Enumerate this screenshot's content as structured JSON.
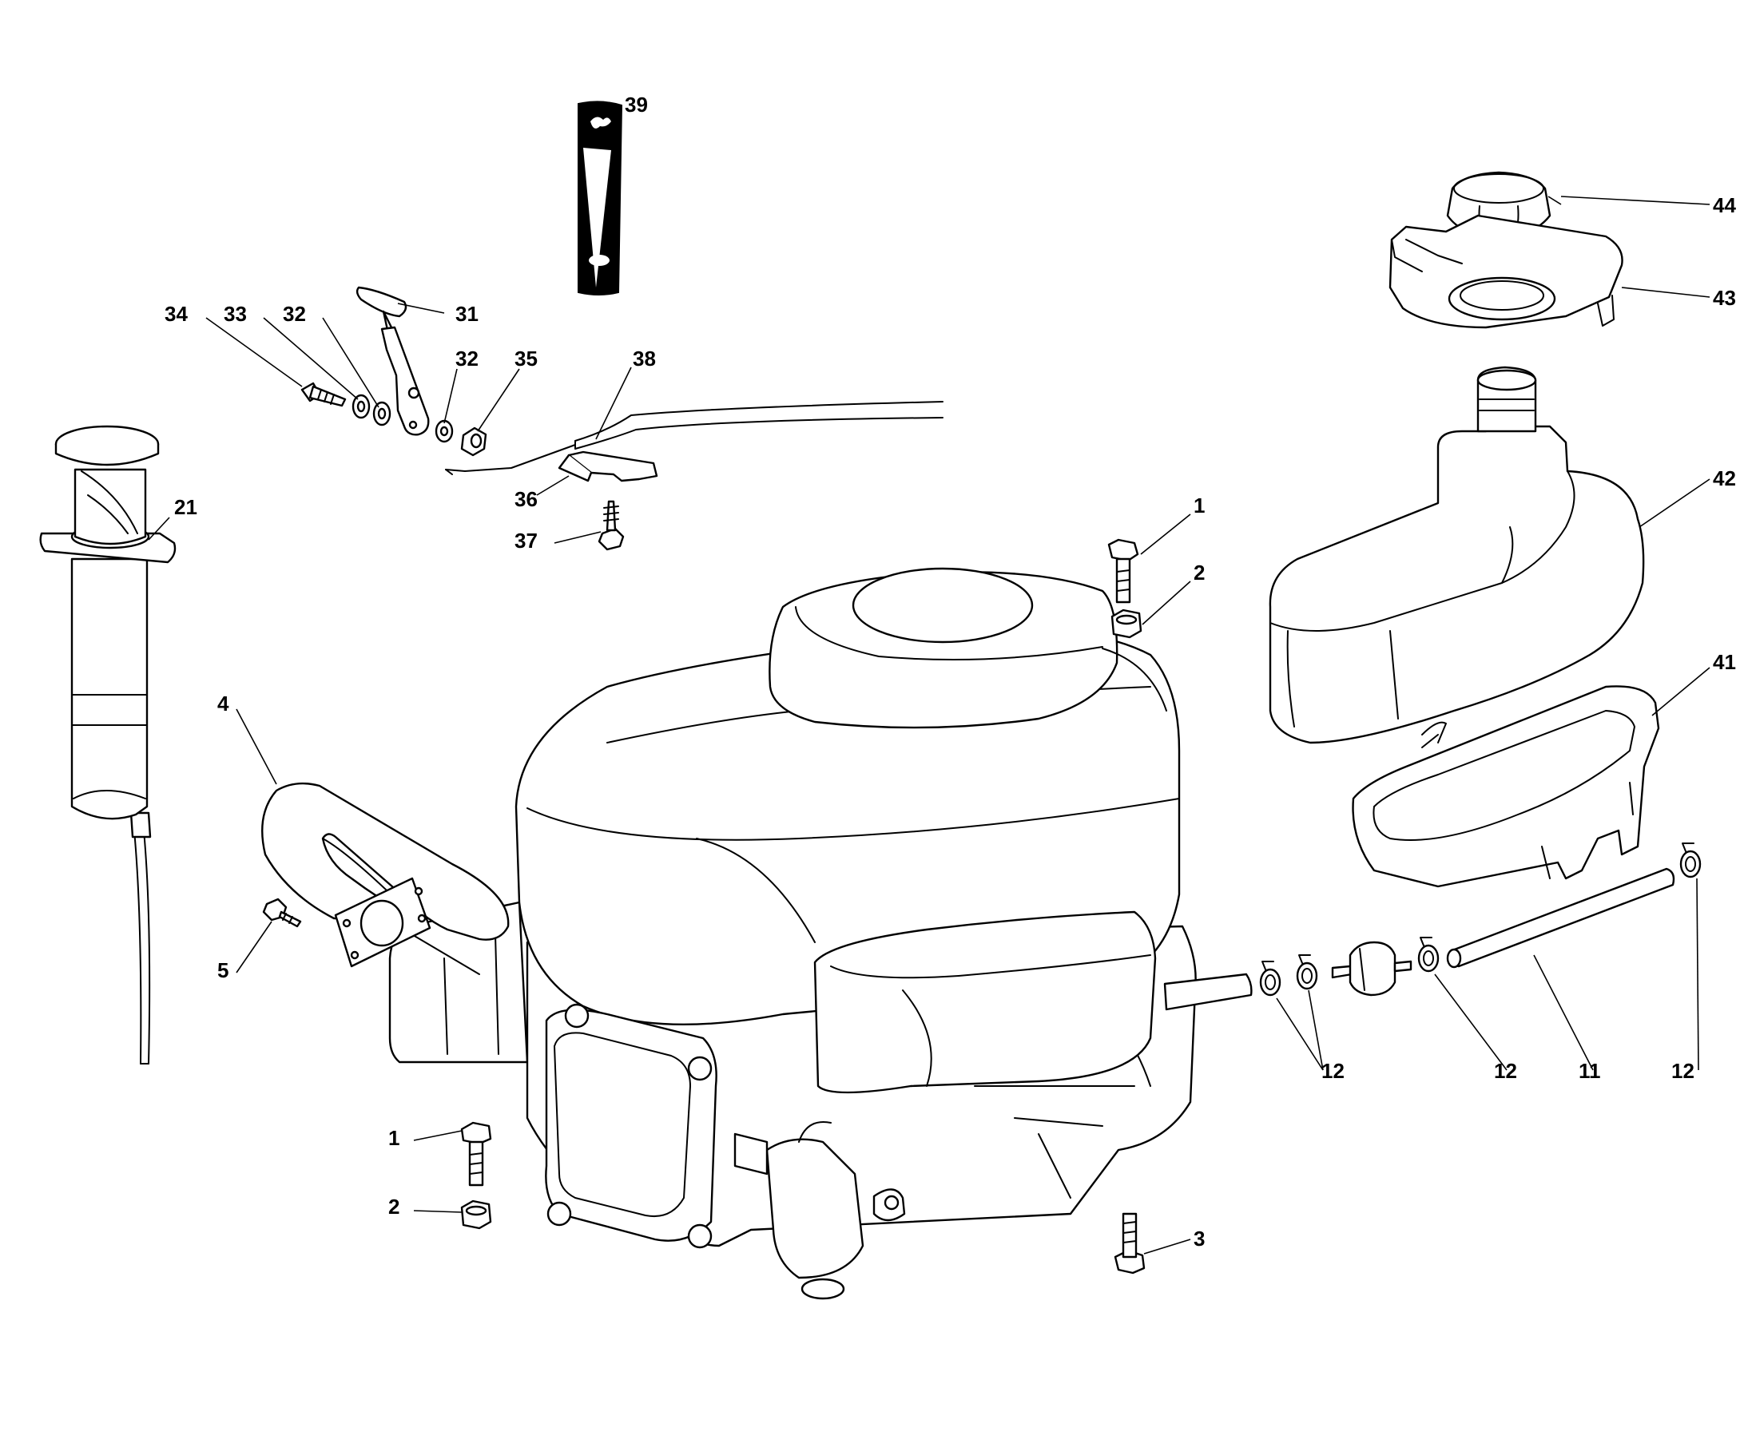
{
  "diagram": {
    "callouts": {
      "c1_top": "1",
      "c2_top": "2",
      "c1_bottom": "1",
      "c2_bottom": "2",
      "c3": "3",
      "c4": "4",
      "c5": "5",
      "c11": "11",
      "c12_a": "12",
      "c12_b": "12",
      "c12_c": "12",
      "c21": "21",
      "c31": "31",
      "c32_a": "32",
      "c32_b": "32",
      "c33": "33",
      "c34": "34",
      "c35": "35",
      "c36": "36",
      "c37": "37",
      "c38": "38",
      "c39": "39",
      "c41": "41",
      "c42": "42",
      "c43": "43",
      "c44": "44"
    },
    "stroke_color": "#000000",
    "background_color": "#ffffff"
  }
}
